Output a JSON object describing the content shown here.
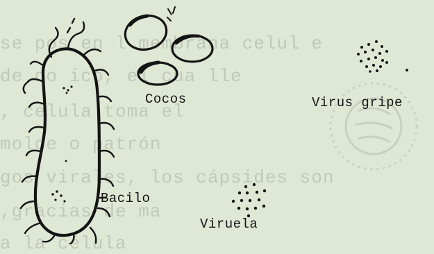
{
  "labels": {
    "cocos": "Cocos",
    "virus_gripe": "Virus gripe",
    "bacilo": "Bacilo",
    "viruela": "Viruela"
  },
  "colors": {
    "paper": "#dfe7d5",
    "ink": "#141414",
    "bleed_through": "#b7bfb2"
  }
}
